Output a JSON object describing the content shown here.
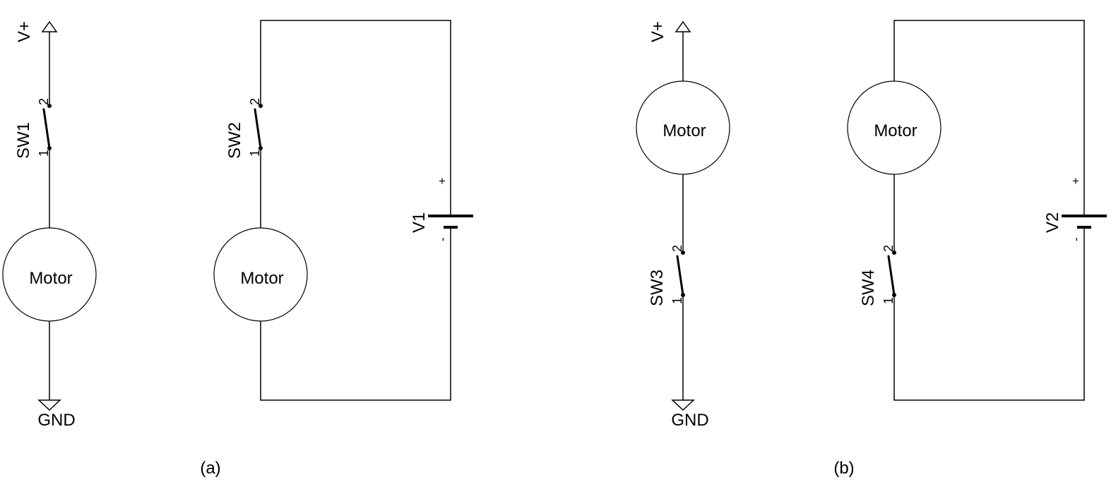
{
  "circuit_a": {
    "label": "(a)",
    "left": {
      "supply_label": "V+",
      "ground_label": "GND",
      "switch": {
        "name": "SW1",
        "pin1": "1",
        "pin2": "2"
      },
      "motor_label": "Motor"
    },
    "right": {
      "switch": {
        "name": "SW2",
        "pin1": "1",
        "pin2": "2"
      },
      "motor_label": "Motor",
      "battery": {
        "name": "V1",
        "plus": "+",
        "minus": "-"
      }
    }
  },
  "circuit_b": {
    "label": "(b)",
    "left": {
      "supply_label": "V+",
      "ground_label": "GND",
      "switch": {
        "name": "SW3",
        "pin1": "1",
        "pin2": "2"
      },
      "motor_label": "Motor"
    },
    "right": {
      "switch": {
        "name": "SW4",
        "pin1": "1",
        "pin2": "2"
      },
      "motor_label": "Motor",
      "battery": {
        "name": "V2",
        "plus": "+",
        "minus": "-"
      }
    }
  }
}
